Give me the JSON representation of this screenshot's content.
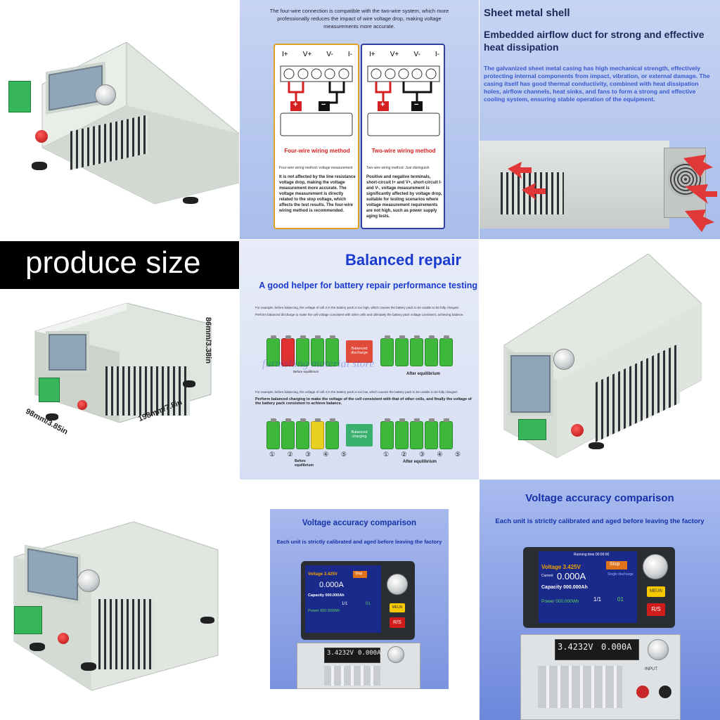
{
  "wiring": {
    "headline": "The four-wire connection is compatible with the two-wire system, which more professionally reduces the impact of wire voltage drop, making voltage measurements more accurate.",
    "terminals": [
      "I+",
      "V+",
      "V-",
      "I-"
    ],
    "four_wire": {
      "title": "Four-wire wiring method",
      "subtitle": "Four-wire wiring method: voltage measurement",
      "desc": "It is not affected by the line resistance voltage drop, making the voltage measurement more accurate. The voltage measurement is directly related to the stop voltage, which affects the test results. The four-wire wiring method is recommended."
    },
    "two_wire": {
      "title": "Two-wire wiring method",
      "subtitle": "Two-wire wiring method: Just distinguish",
      "desc": "Positive and negative terminals, short-circuit I+ and V+, short-circuit I- and V-, voltage measurement is significantly affected by voltage drop, suitable for testing scenarios where voltage measurement requirements are not high, such as power supply aging tests."
    },
    "plus": "+",
    "minus": "−"
  },
  "shell": {
    "title1": "Sheet metal shell",
    "title2": "Embedded airflow duct for strong and effective heat dissipation",
    "desc": "The galvanized sheet metal casing has high mechanical strength, effectively protecting internal components from impact, vibration, or external damage. The casing itself has good thermal conductivity, combined with heat dissipation holes, airflow channels, heat sinks, and fans to form a strong and effective cooling system, ensuring stable operation of the equipment."
  },
  "size": {
    "banner": "produce size",
    "height": "86mm/3.38in",
    "width": "98mm/3.85in",
    "length": "198mm/7.8in"
  },
  "balance": {
    "title": "Balanced repair",
    "subtitle": "A good helper for battery repair performance testing",
    "example1": "For example, before balancing, the voltage of cell 2 in the battery pack is too high, which causes the battery pack to be unable to be fully charged.",
    "example1b": "Perform balanced discharge to make the cell voltage consistent with other cells and ultimately the battery pack voltage consistent, achieving balance.",
    "box1": "Balanced discharge",
    "before": "Before equilibrium",
    "after": "After equilibrium",
    "watermark": "furnishing material store",
    "example2": "For example, before balancing, the voltage of cell 4 in the battery pack is too low, which causes the battery pack to be unable to be fully charged.",
    "example2b": "Perform balanced charging to make the voltage of the cell consistent with that of other cells, and finally the voltage of the battery pack consistent to achieve balance.",
    "box2": "Balanced charging",
    "numbers": [
      "①",
      "②",
      "③",
      "④",
      "⑤"
    ]
  },
  "accuracy_small": {
    "title": "Voltage accuracy comparison",
    "subtitle": "Each unit is strictly calibrated and aged before leaving the factory",
    "voltage": "Voltage 3.425V",
    "current": "0.000A",
    "capacity": "Capacity 000.000Ah",
    "power": "Power 000.000Wh",
    "meun": "MEUN",
    "rs": "R/S",
    "stop": "Stop",
    "ratio": "1/1",
    "step": "01",
    "readout1": "3.4232V",
    "readout2": "0.000A"
  },
  "accuracy_large": {
    "title": "Voltage accuracy comparison",
    "subtitle": "Each unit is strictly calibrated and aged before leaving the factory",
    "header": "Running time 00:00:00",
    "voltage": "Voltage 3.425V",
    "current_label": "Current",
    "current": "0.000A",
    "capacity": "Capacity 000.000Ah",
    "power": "Power 000.000Wh",
    "stop": "Stop",
    "mode": "Single discharge",
    "meun": "MEUN",
    "rs": "R/S",
    "ratio": "1/1",
    "step": "01",
    "readout1": "3.4232V",
    "readout2": "0.000A",
    "input": "INPUT"
  },
  "device": {
    "mode_lamps": "R/S"
  }
}
